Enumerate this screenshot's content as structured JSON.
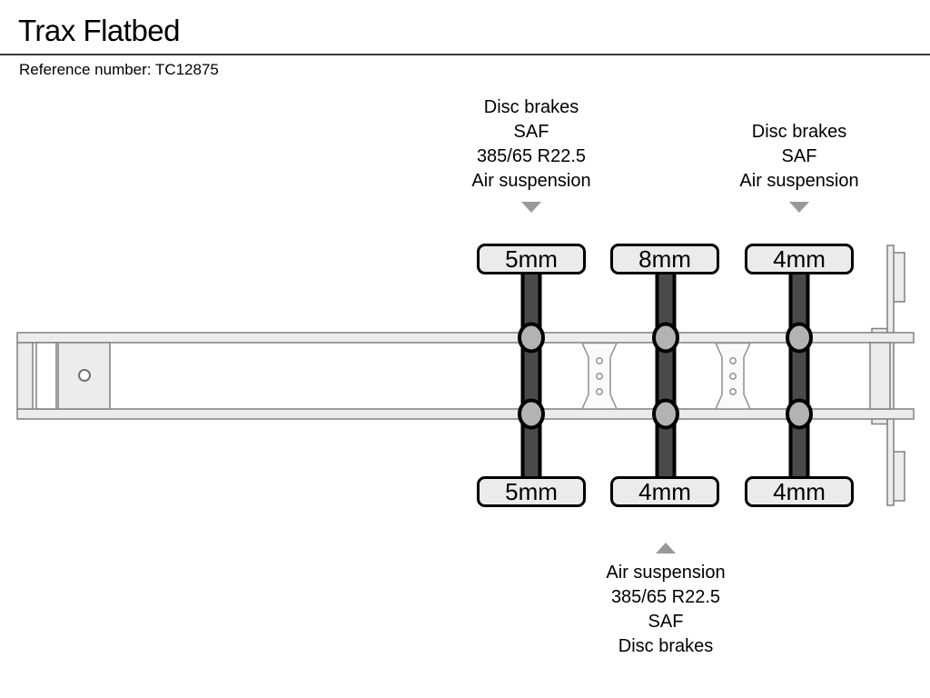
{
  "header": {
    "title": "Trax Flatbed",
    "reference": "Reference number: TC12875"
  },
  "annotations": {
    "axle_group_front": {
      "lines": [
        "Disc brakes",
        "SAF",
        "385/65 R22.5",
        "Air suspension"
      ]
    },
    "axle_group_rear": {
      "lines": [
        "Disc brakes",
        "SAF",
        "Air suspension"
      ]
    },
    "axle_group_bottom": {
      "lines": [
        "Air suspension",
        "385/65 R22.5",
        "SAF",
        "Disc brakes"
      ]
    }
  },
  "axles": [
    {
      "position": "axle-1",
      "top_tread_depth": "5mm",
      "bottom_tread_depth": "5mm"
    },
    {
      "position": "axle-2",
      "top_tread_depth": "8mm",
      "bottom_tread_depth": "4mm"
    },
    {
      "position": "axle-3",
      "top_tread_depth": "4mm",
      "bottom_tread_depth": "4mm"
    }
  ],
  "colors": {
    "chassis_fill": "#ececec",
    "chassis_stroke": "#808080",
    "tire_fill": "#4a4a4a",
    "tire_stroke": "#000000",
    "wheel_fill": "#b3b3b3",
    "arrow": "#999999",
    "label_fill": "#ebebeb",
    "label_border": "#000000",
    "rule": "#3a3a3a"
  }
}
